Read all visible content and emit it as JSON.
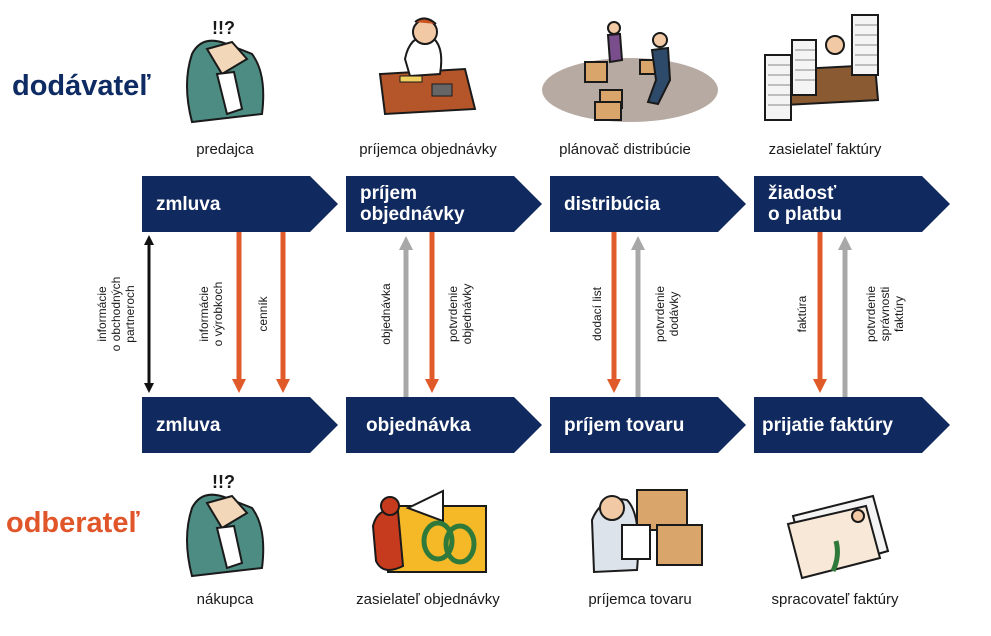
{
  "roles": {
    "supplier": {
      "label": "dodávateľ",
      "color": "#0f2b63"
    },
    "customer": {
      "label": "odberateľ",
      "color": "#e0552a"
    }
  },
  "top_captions": [
    "predajca",
    "príjemca objednávky",
    "plánovač distribúcie",
    "zasielateľ faktúry"
  ],
  "bottom_captions": [
    "nákupca",
    "zasielateľ objednávky",
    "príjemca tovaru",
    "spracovateľ faktúry"
  ],
  "top_chevrons": [
    "zmluva",
    "príjem\nobjednávky",
    "distribúcia",
    "žiadosť\no platbu"
  ],
  "bottom_chevrons": [
    "zmluva",
    "objednávka",
    "príjem tovaru",
    "prijatie faktúry"
  ],
  "flows": [
    {
      "label": "informácie\no obchodných\npartneroch",
      "direction": "both",
      "color": "#111111"
    },
    {
      "label": "informácie\no výrobkoch",
      "direction": "down",
      "color": "#e05a2a"
    },
    {
      "label": "cenník",
      "direction": "down",
      "color": "#e05a2a"
    },
    {
      "label": "objednávka",
      "direction": "up",
      "color": "#a8a8a8"
    },
    {
      "label": "potvrdenie\nobjednávky",
      "direction": "down",
      "color": "#e05a2a"
    },
    {
      "label": "dodací list",
      "direction": "down",
      "color": "#e05a2a"
    },
    {
      "label": "potvrdenie\ndodávky",
      "direction": "up",
      "color": "#a8a8a8"
    },
    {
      "label": "faktúra",
      "direction": "down",
      "color": "#e05a2a"
    },
    {
      "label": "potvrdenie\nsprávnosti\nfaktúry",
      "direction": "up",
      "color": "#a8a8a8"
    }
  ],
  "colors": {
    "chevron": "#10295e",
    "orange": "#e05a2a",
    "gray": "#a8a8a8"
  },
  "illustrations": {
    "top": [
      "handshake-clipart",
      "phone-desk-clipart",
      "warehouse-workers-clipart",
      "paper-stacks-desk-clipart"
    ],
    "bottom": [
      "handshake-clipart",
      "megaphone-chain-clipart",
      "delivery-boxes-clipart",
      "invoice-papers-clipart"
    ]
  }
}
